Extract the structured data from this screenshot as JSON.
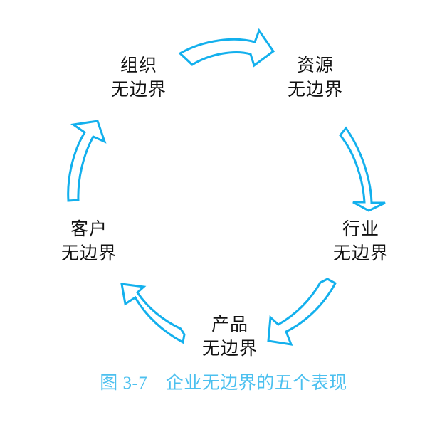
{
  "figure": {
    "caption": "图 3-7　企业无边界的五个表现",
    "caption_color": "#4cc0ef",
    "arrow_color": "#13b0ed",
    "label_color": "#121212",
    "background_color": "#ffffff"
  },
  "diagram": {
    "type": "cycle",
    "node_count": 5,
    "nodes": [
      {
        "id": "organization",
        "line1": "组织",
        "line2": "无边界",
        "position": "top-left"
      },
      {
        "id": "resource",
        "line1": "资源",
        "line2": "无边界",
        "position": "top-right"
      },
      {
        "id": "industry",
        "line1": "行业",
        "line2": "无边界",
        "position": "right"
      },
      {
        "id": "product",
        "line1": "产品",
        "line2": "无边界",
        "position": "bottom"
      },
      {
        "id": "customer",
        "line1": "客户",
        "line2": "无边界",
        "position": "left"
      }
    ],
    "arrows": [
      {
        "id": "arrow-organization-to-resource",
        "from": "organization",
        "to": "resource",
        "direction": "right"
      },
      {
        "id": "arrow-resource-to-industry",
        "from": "resource",
        "to": "industry",
        "direction": "down"
      },
      {
        "id": "arrow-industry-to-product",
        "from": "industry",
        "to": "product",
        "direction": "down-left"
      },
      {
        "id": "arrow-product-to-customer",
        "from": "product",
        "to": "customer",
        "direction": "up-left"
      },
      {
        "id": "arrow-customer-to-organization",
        "from": "customer",
        "to": "organization",
        "direction": "up"
      }
    ]
  }
}
